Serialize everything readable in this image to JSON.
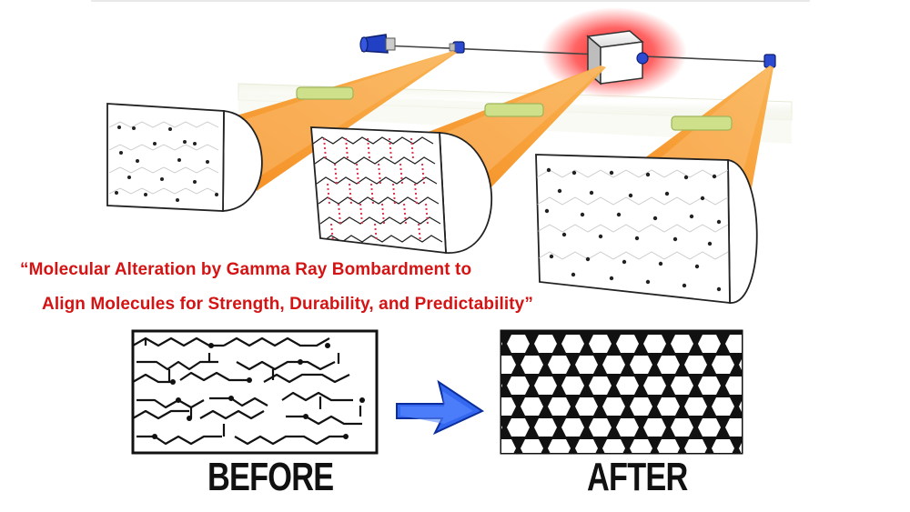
{
  "caption": {
    "line1": "“Molecular Alteration by Gamma Ray Bombardment to",
    "line2": "Align Molecules for Strength, Durability, and Predictability”"
  },
  "labels": {
    "before": "BEFORE",
    "after": "AFTER"
  },
  "colors": {
    "caption": "#d41414",
    "beam": "#f7a33a",
    "emitter": "#1f3fbf",
    "arrow": "#1550e0",
    "glow": "#ff2020"
  }
}
